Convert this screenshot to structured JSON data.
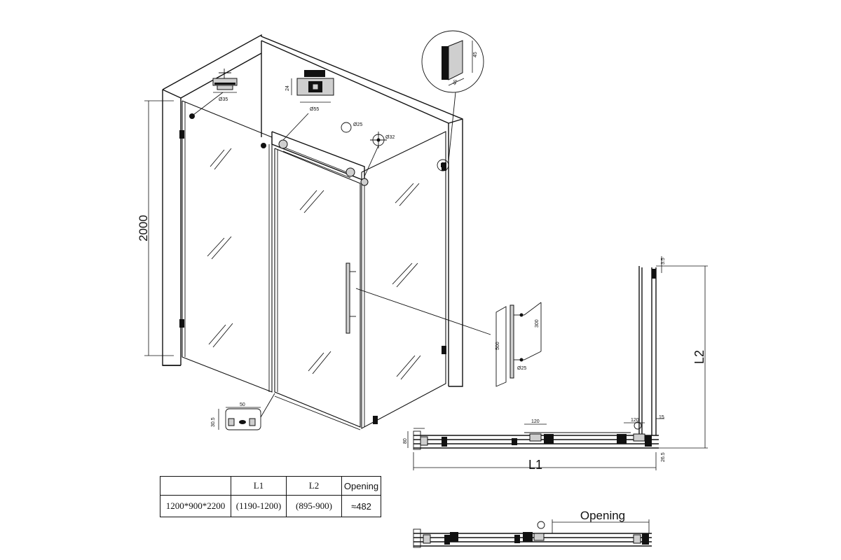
{
  "dimensions": {
    "height": "2000",
    "L1": "L1",
    "L2": "L2",
    "opening": "Opening"
  },
  "details": {
    "hinge_dia": "Ø35",
    "roller_dia": "Ø55",
    "roller_height": "24",
    "rod_end_dia": "Ø25",
    "rod_wall_dia": "Ø32",
    "wall_bracket_height": "45",
    "wall_bracket_depth": "45",
    "handle_length": "300",
    "handle_total": "500",
    "handle_dia": "Ø25",
    "guide_width": "50",
    "guide_height": "30.5",
    "top_view_120a": "120",
    "top_view_120b": "120",
    "top_view_80": "80",
    "top_view_3_5": "3.5",
    "top_view_15": "15",
    "top_view_26_5": "26.5"
  },
  "table": {
    "headers": [
      "",
      "L1",
      "L2",
      "Opening"
    ],
    "rows": [
      [
        "1200*900*2200",
        "(1190-1200)",
        "(895-900)",
        "≈482"
      ]
    ]
  }
}
